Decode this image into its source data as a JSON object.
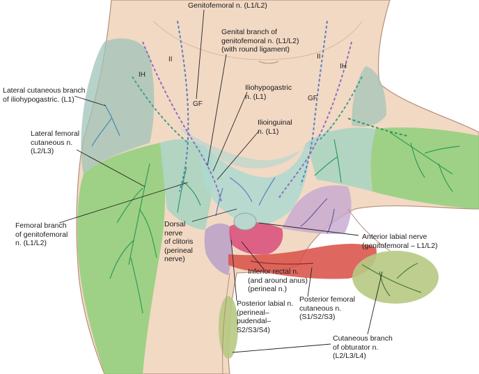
{
  "labels": {
    "genitofemoral": "Genitofemoral n. (L1/L2)",
    "genital_branch": "Genital branch of\ngenitofemoral n. (L1/L2)\n(with round ligament)",
    "lateral_cutaneous_iliohypogastric": "Lateral cutaneous branch\nof iliohypogastric. (L1)",
    "iliohypogastric": "Iliohypogastric\nn. (L1)",
    "ilioinguinal": "Ilioinguinal\nn. (L1)",
    "lateral_femoral_cutaneous": "Lateral femoral\ncutaneous n.\n(L2/L3)",
    "femoral_branch": "Femoral branch\nof genitofemoral\nn. (L1/L2)",
    "dorsal_nerve": "Dorsal\nnerve\nof clitoris\n(perineal\nnerve)",
    "anterior_labial": "Anterior labial nerve\n(genitofemoral – L1/L2)",
    "inferior_rectal": "Inferior rectal n.\n(and around anus)\n(perineal n.)",
    "posterior_labial": "Posterior labial n.\n(perineal–\npudendal–\nS2/S3/S4)",
    "posterior_femoral": "Posterior femoral\ncutaneous n.\n(S1/S2/S3)",
    "obturator": "Cutaneous branch\nof obturator n.\n(L2/L3/L4)"
  },
  "region_labels": {
    "ii_left": "II",
    "ii_right": "II",
    "ih_left": "IH",
    "ih_right": "IH",
    "gf_left": "GF",
    "gf_right": "GF"
  },
  "colors": {
    "skin": "#f2d9c4",
    "skin_shadow": "#e3bfa4",
    "outline": "#b48e78",
    "lateral_cutaneous_iliohypogastric": "#9fc3b8",
    "lateral_femoral_cutaneous": "#8fcf7a",
    "femoral_branch_genitofemoral": "#a7d4c2",
    "ilioinguinal_mons": "#aed8d0",
    "iliohypogastric_band": "#b9d6cf",
    "obturator": "#b7c983",
    "posterior_femoral": "#d9534a",
    "inferior_rectal": "#d94a7a",
    "dorsal_clitoris": "#b8a0c8",
    "pudendal_labial": "#c6a7cf",
    "nerve_green": "#2f9a5a",
    "nerve_blue": "#5a7fc2",
    "nerve_purple": "#8a6fbf",
    "leader": "#222222"
  }
}
